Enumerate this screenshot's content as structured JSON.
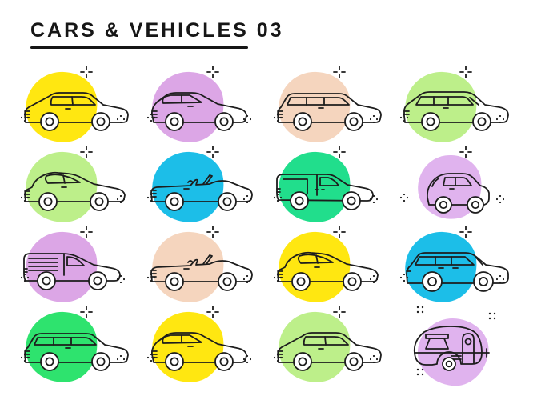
{
  "header": {
    "title": "CARS & VEHICLES 03"
  },
  "ink_color": "#1d1d1d",
  "icons": [
    {
      "name": "sedan",
      "shape": "sedan",
      "color": "#FFE711"
    },
    {
      "name": "hatchback",
      "shape": "hatchback",
      "color": "#DCA6E6"
    },
    {
      "name": "station-wagon",
      "shape": "wagon",
      "color": "#F5D5BE"
    },
    {
      "name": "minivan",
      "shape": "minivan",
      "color": "#BDEF8A"
    },
    {
      "name": "coupe",
      "shape": "coupe",
      "color": "#BDEF8A"
    },
    {
      "name": "convertible",
      "shape": "convertible",
      "color": "#1CBEE8"
    },
    {
      "name": "delivery-van",
      "shape": "van",
      "color": "#21DE8C"
    },
    {
      "name": "microcar",
      "shape": "microcar",
      "color": "#E0B3EE"
    },
    {
      "name": "cargo-van",
      "shape": "cargovan",
      "color": "#DCA6E6"
    },
    {
      "name": "roadster",
      "shape": "convertible",
      "color": "#F5D5BE"
    },
    {
      "name": "sports-coupe",
      "shape": "coupe",
      "color": "#FFE711"
    },
    {
      "name": "suv",
      "shape": "suv",
      "color": "#1CBEE8"
    },
    {
      "name": "estate-wagon",
      "shape": "wagon",
      "color": "#2EE36E"
    },
    {
      "name": "compact-hatchback",
      "shape": "hatchback",
      "color": "#FFE711"
    },
    {
      "name": "small-sedan",
      "shape": "sedan",
      "color": "#BDEF8A"
    },
    {
      "name": "camper-trailer",
      "shape": "camper",
      "color": "#E0B3EE"
    }
  ]
}
